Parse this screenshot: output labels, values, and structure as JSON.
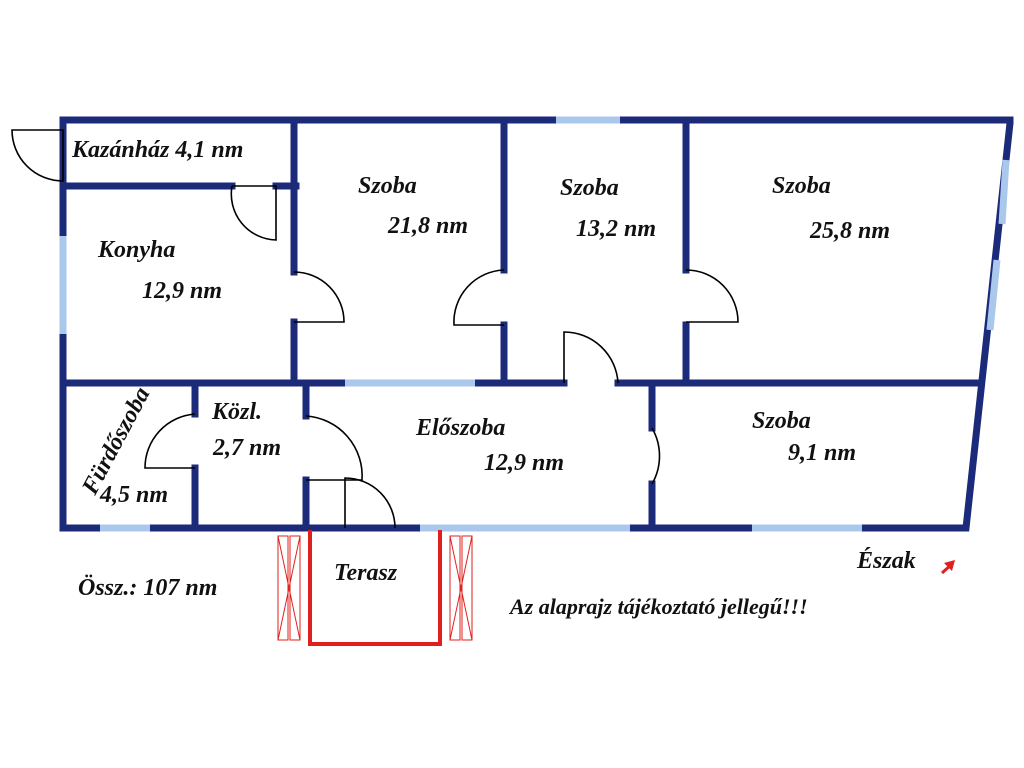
{
  "rooms": {
    "kazanhaz": "Kazánház 4,1 nm",
    "szoba1_name": "Szoba",
    "szoba1_area": "21,8 nm",
    "szoba2_name": "Szoba",
    "szoba2_area": "13,2 nm",
    "szoba3_name": "Szoba",
    "szoba3_area": "25,8 nm",
    "konyha_name": "Konyha",
    "konyha_area": "12,9 nm",
    "furdo_name": "Fürdőszoba",
    "furdo_area": "4,5 nm",
    "kozl_name": "Közl.",
    "kozl_area": "2,7 nm",
    "eloszoba_name": "Előszoba",
    "eloszoba_area": "12,9 nm",
    "szoba4_name": "Szoba",
    "szoba4_area": "9,1 nm",
    "terasz": "Terasz"
  },
  "notes": {
    "total": "Össz.: 107 nm",
    "north": "Észak",
    "disclaimer": "Az alaprajz tájékoztató jellegű!!!"
  },
  "colors": {
    "wall": "#1c2a7a",
    "window": "#a9c8ec",
    "terrace": "#e0201e",
    "north_arrow": "#e0201e"
  }
}
